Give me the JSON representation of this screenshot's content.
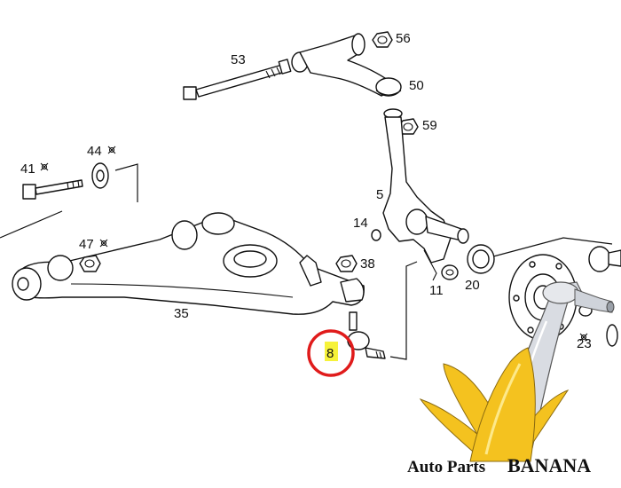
{
  "diagram": {
    "callouts": {
      "p53": "53",
      "p56": "56",
      "p50": "50",
      "p59": "59",
      "p41": "41",
      "p44": "44",
      "p5": "5",
      "p14": "14",
      "p47": "47",
      "p38": "38",
      "p11": "11",
      "p20": "20",
      "p35": "35",
      "p23": "23",
      "p8": "8"
    },
    "highlight_color": "#f6f23a",
    "circle_color": "#e01b1b"
  },
  "brand": {
    "line1": "Auto Parts",
    "line2": "BANANA",
    "banana_color": "#f4c21f"
  }
}
